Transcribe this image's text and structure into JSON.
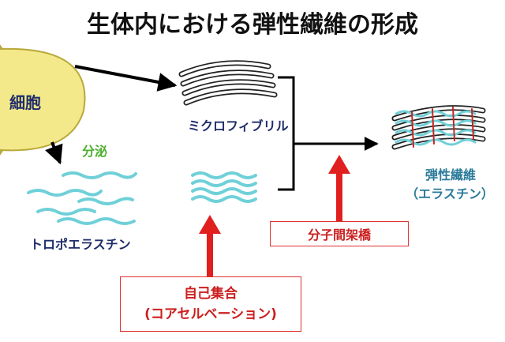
{
  "title": "生体内における弾性繊維の形成",
  "labels": {
    "cell": "細胞",
    "secretion": "分泌",
    "tropoelastin": "トロポエラスチン",
    "microfibril": "ミクロフィブリル",
    "elastic_fiber": "弾性繊維",
    "elastin": "（エラスチン）"
  },
  "boxes": {
    "crosslink": "分子間架橋",
    "self_assembly_line1": "自己集合",
    "self_assembly_line2": "(コアセルベーション)"
  },
  "colors": {
    "cell": "#f3e98a",
    "wave": "#6fd0d8",
    "red_arrow": "#e0201f",
    "navy_text": "#1f2d6b",
    "green_text": "#4caf2e",
    "teal_text": "#2a7a9a"
  }
}
